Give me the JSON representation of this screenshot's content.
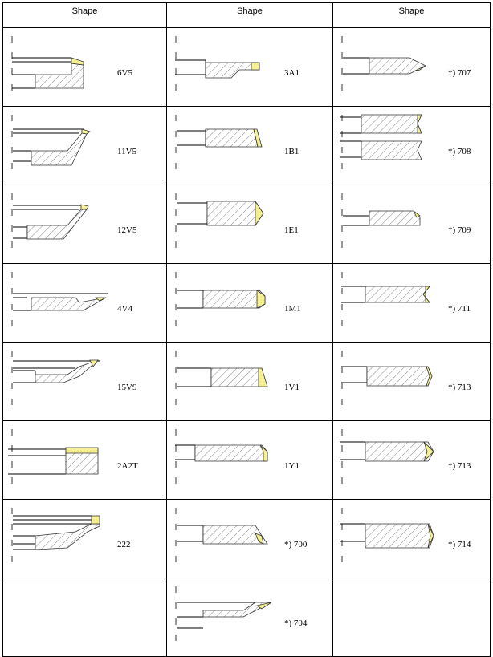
{
  "table": {
    "headers": [
      "Shape",
      "Shape",
      "Shape"
    ],
    "rows": [
      [
        "6V5",
        "3A1",
        "*) 707"
      ],
      [
        "11V5",
        "1B1",
        "*) 708"
      ],
      [
        "12V5",
        "1E1",
        "*) 709"
      ],
      [
        "4V4",
        "1M1",
        "*) 711"
      ],
      [
        "15V9",
        "1V1",
        "*) 713"
      ],
      [
        "2A2T",
        "1Y1",
        "*) 713"
      ],
      [
        "222",
        "*) 700",
        "*) 714"
      ],
      [
        "",
        "*) 704",
        ""
      ]
    ]
  },
  "colors": {
    "line": "#000000",
    "hatch": "#555555",
    "abrasive": "#f5f08a"
  }
}
